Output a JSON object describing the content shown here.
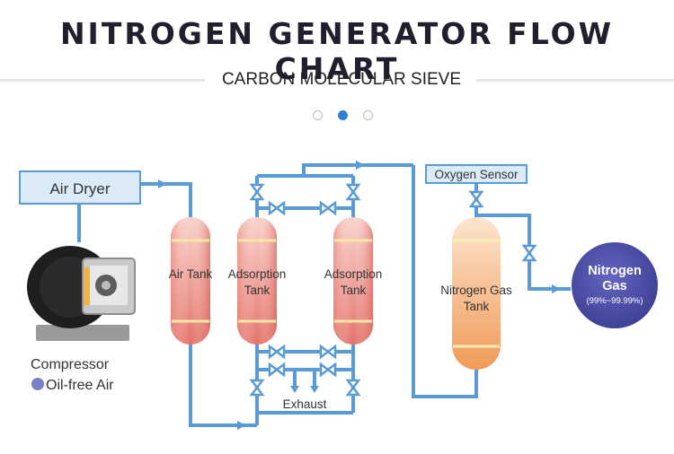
{
  "header": {
    "title": "NITROGEN GENERATOR FLOW CHART",
    "subtitle": "CARBON MOLECULAR SIEVE"
  },
  "carousel": {
    "total": 3,
    "active_index": 1
  },
  "diagram": {
    "air_dryer": "Air Dryer",
    "compressor": "Compressor",
    "oil_free_air": "Oil-free Air",
    "air_tank": "Air Tank",
    "adsorption_tank_1": [
      "Adsorption",
      "Tank"
    ],
    "adsorption_tank_2": [
      "Adsorption",
      "Tank"
    ],
    "nitrogen_gas_tank": [
      "Nitrogen Gas",
      "Tank"
    ],
    "oxygen_sensor": "Oxygen Sensor",
    "exhaust": "Exhaust",
    "output": [
      "Nitrogen",
      "Gas",
      "(99%~99.99%)"
    ]
  },
  "colors": {
    "pipe": "#5b9bd5",
    "box_fill": "#dbeaf7",
    "tank_top": "#f7c7c0",
    "tank_bottom": "#e8786e",
    "n2_tank_top": "#fbe0c8",
    "n2_tank_bottom": "#f29a55",
    "output_circle": "#4d4fa8",
    "oil_dot": "#7b7fc9"
  }
}
